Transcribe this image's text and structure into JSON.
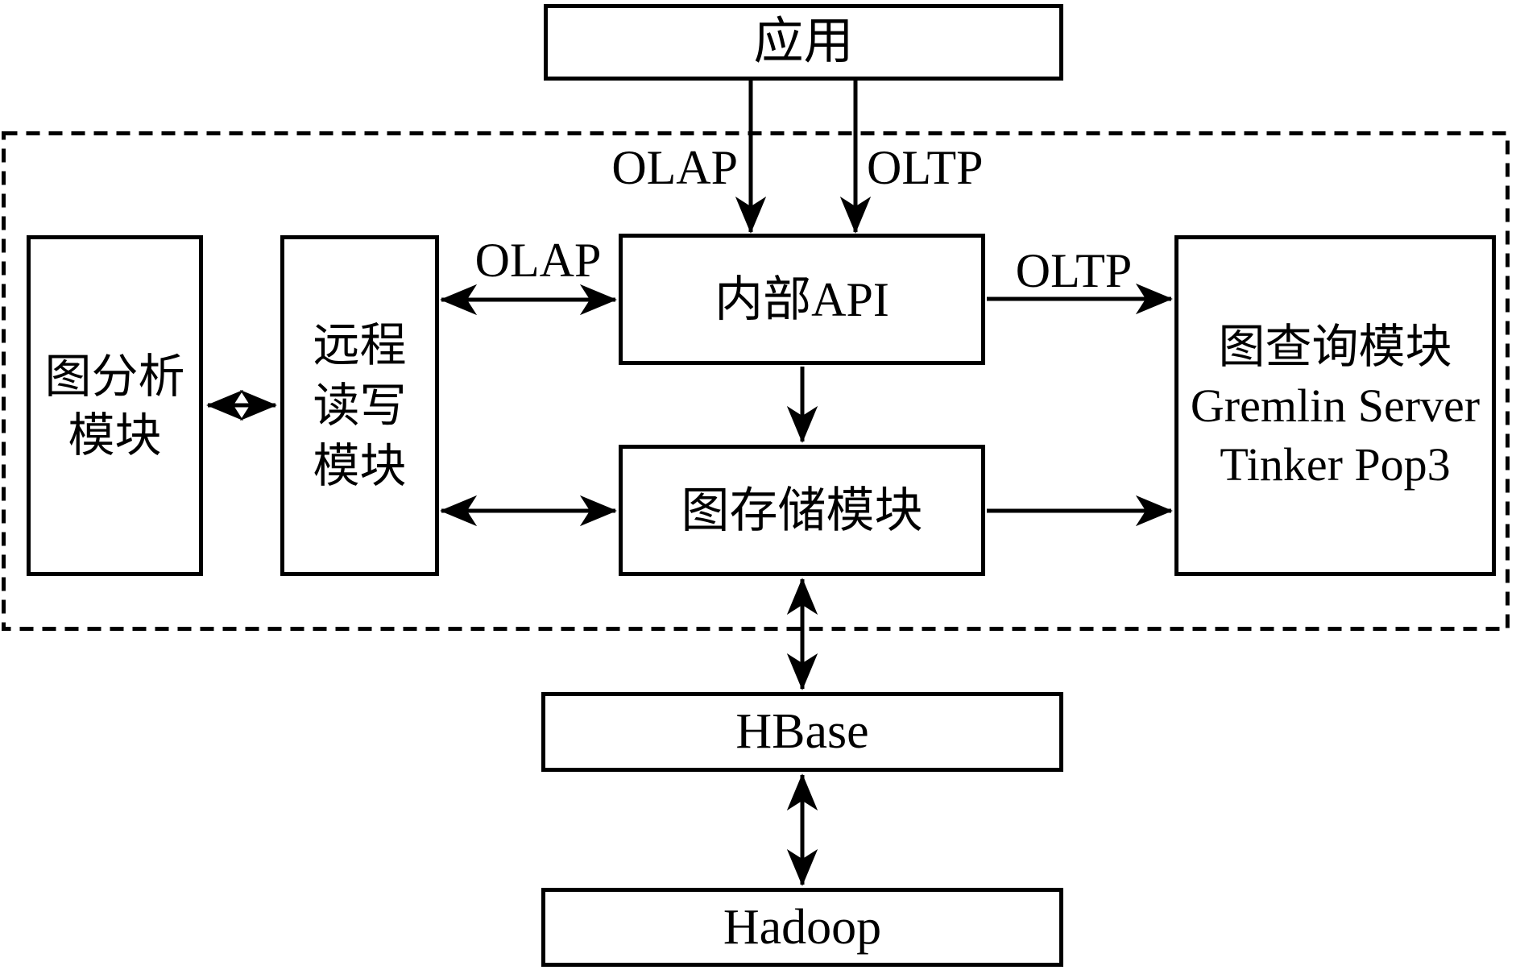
{
  "diagram": {
    "app": {
      "label": "应用"
    },
    "edge_labels": {
      "olap_top": "OLAP",
      "oltp_top": "OLTP",
      "olap_mid": "OLAP",
      "oltp_mid": "OLTP"
    },
    "modules": {
      "analysis": {
        "line1": "图分析",
        "line2": "模块"
      },
      "remote": {
        "line1": "远程",
        "line2": "读写",
        "line3": "模块"
      },
      "api": {
        "label": "内部API"
      },
      "storage": {
        "label": "图存储模块"
      },
      "query": {
        "line1": "图查询模块",
        "line2": "Gremlin Server",
        "line3": "Tinker Pop3"
      }
    },
    "infrastructure": {
      "hbase": "HBase",
      "hadoop": "Hadoop"
    },
    "colors": {
      "ink": "#000000",
      "background": "#ffffff"
    }
  }
}
